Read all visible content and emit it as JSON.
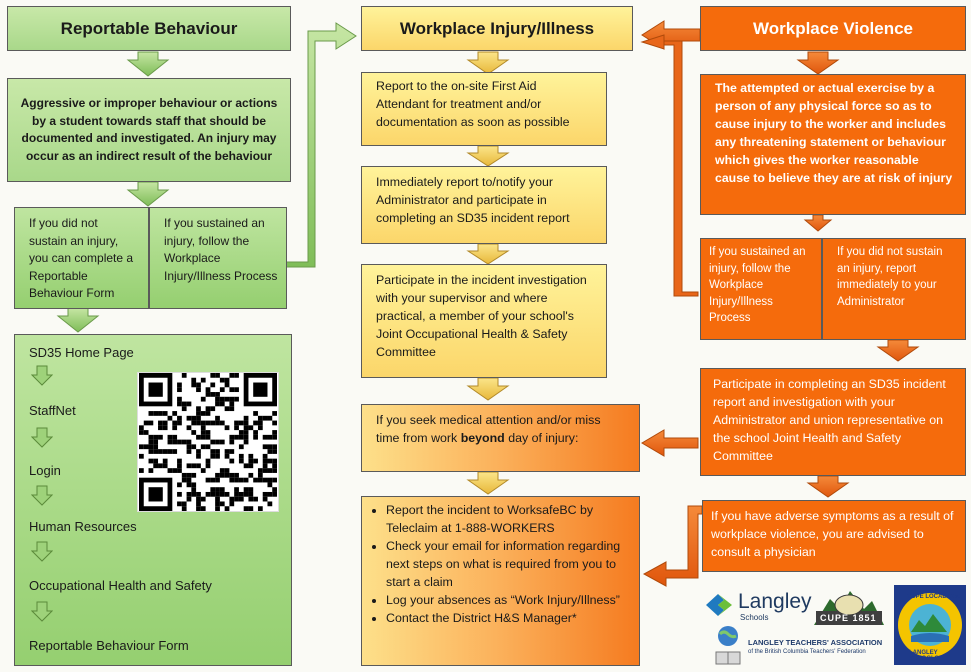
{
  "columns": {
    "reportable": {
      "header": "Reportable Behaviour",
      "definition": "Aggressive or improper behaviour or actions by a student towards staff that should be documented and investigated. An injury may occur as an indirect result of the behaviour",
      "no_injury": "If you did not sustain an injury, you can complete a Reportable Behaviour Form",
      "injury": "If you sustained an injury, follow the Workplace Injury/Illness Process",
      "steps": [
        "SD35 Home Page",
        "StaffNet",
        "Login",
        "Human Resources",
        "Occupational Health and Safety",
        "Reportable Behaviour Form"
      ]
    },
    "injury": {
      "header": "Workplace Injury/Illness",
      "step1": "Report to the on-site First Aid Attendant for treatment and/or documentation as soon as possible",
      "step2": "Immediately report to/notify your Administrator and participate in completing an SD35 incident report",
      "step3": "Participate in the incident investigation with your supervisor and where practical, a member of your school's Joint Occupational Health & Safety Committee",
      "step4_pre": "If you seek medical attention and/or miss time from work ",
      "step4_bold": "beyond",
      "step4_post": " day of injury:",
      "bullets": [
        "Report the incident to WorksafeBC by Teleclaim at 1-888-WORKERS",
        "Check your email for information regarding next steps on what is required from you to start a claim",
        "Log your absences as “Work Injury/Illness”",
        "Contact the District H&S Manager*"
      ]
    },
    "violence": {
      "header": "Workplace Violence",
      "definition": "The attempted or actual exercise by a person of any physical force so as to cause injury to the worker and includes any threatening statement or behaviour which gives the worker reasonable cause to believe they are at risk of injury",
      "injury": "If you sustained an injury, follow the Workplace Injury/Illness Process",
      "no_injury": "If you did not sustain an injury, report immediately to your Administrator",
      "step1": "Participate in completing an SD35 incident report and investigation with your Administrator and union representative on the school Joint Health and Safety Committee",
      "step2": "If you have adverse symptoms as a result of workplace violence, you are advised to consult a physician"
    }
  },
  "logos": {
    "langley": "Langley",
    "langley_sub": "Schools",
    "cupe": "CUPE 1851",
    "lta_name": "LANGLEY TEACHERS' ASSOCIATION",
    "lta_sub": "of the British Columbia Teachers' Federation",
    "cupe_local": "CUPE LOCAL 1260",
    "langley_schools_ring": "LANGLEY SCHOOLS"
  },
  "colors": {
    "green": "#a9d88a",
    "yellow": "#fbd66a",
    "orange": "#f56b0c",
    "arrow_green": "#8bc66a",
    "arrow_yellow": "#f0c040",
    "arrow_orange": "#e8661a"
  }
}
